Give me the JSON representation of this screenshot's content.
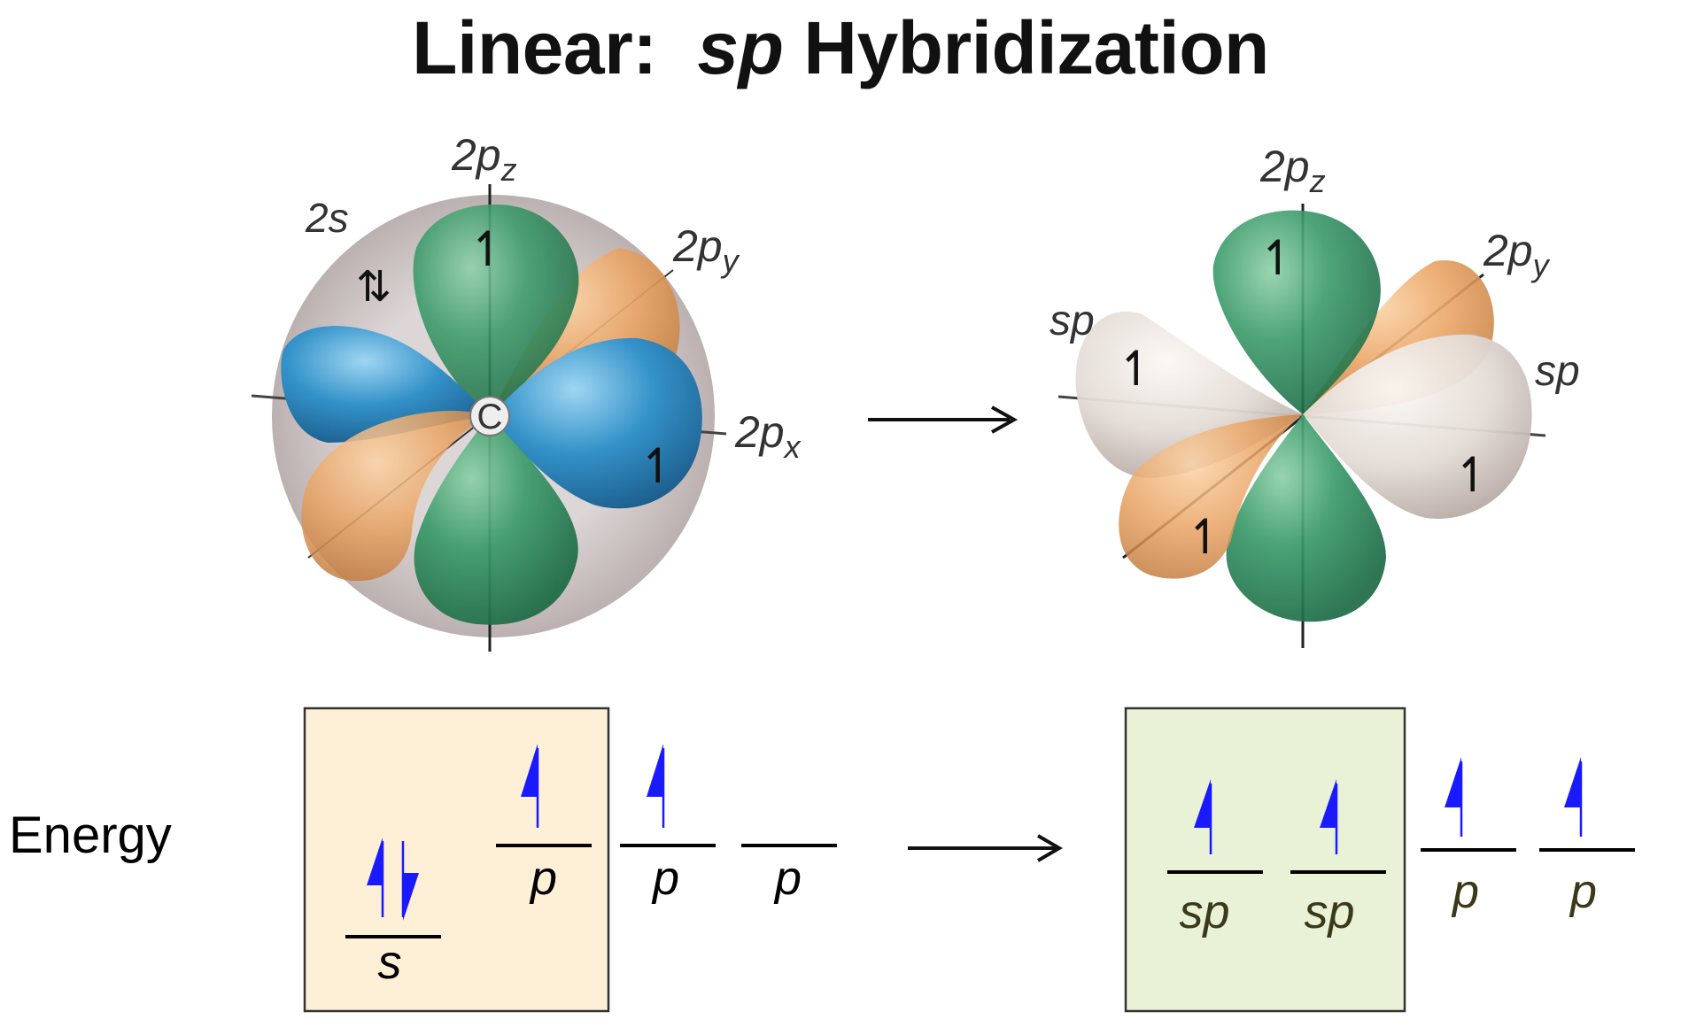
{
  "title": {
    "prefix": "Linear:",
    "italic": "sp",
    "suffix": "Hybridization"
  },
  "colors": {
    "pz_green": "#2e8b5e",
    "py_orange": "#e8a060",
    "px_blue": "#2f8fc6",
    "sp_white": "#e3dcd8",
    "s_sphere": "#c9bebe",
    "box_left": "#fdf0d6",
    "box_right": "#e9f1d6",
    "arrow_blue": "#1a1aff"
  },
  "left_diagram": {
    "labels": {
      "s": "2s",
      "pz": "2p",
      "pz_sub": "z",
      "py": "2p",
      "py_sub": "y",
      "px": "2p",
      "px_sub": "x",
      "center": "C"
    }
  },
  "right_diagram": {
    "labels": {
      "pz": "2p",
      "pz_sub": "z",
      "py": "2p",
      "py_sub": "y",
      "sp_left": "sp",
      "sp_right": "sp"
    }
  },
  "energy": {
    "axis_label": "Energy",
    "before": [
      "s",
      "p",
      "p",
      "p"
    ],
    "after": [
      "sp",
      "sp",
      "p",
      "p"
    ]
  }
}
